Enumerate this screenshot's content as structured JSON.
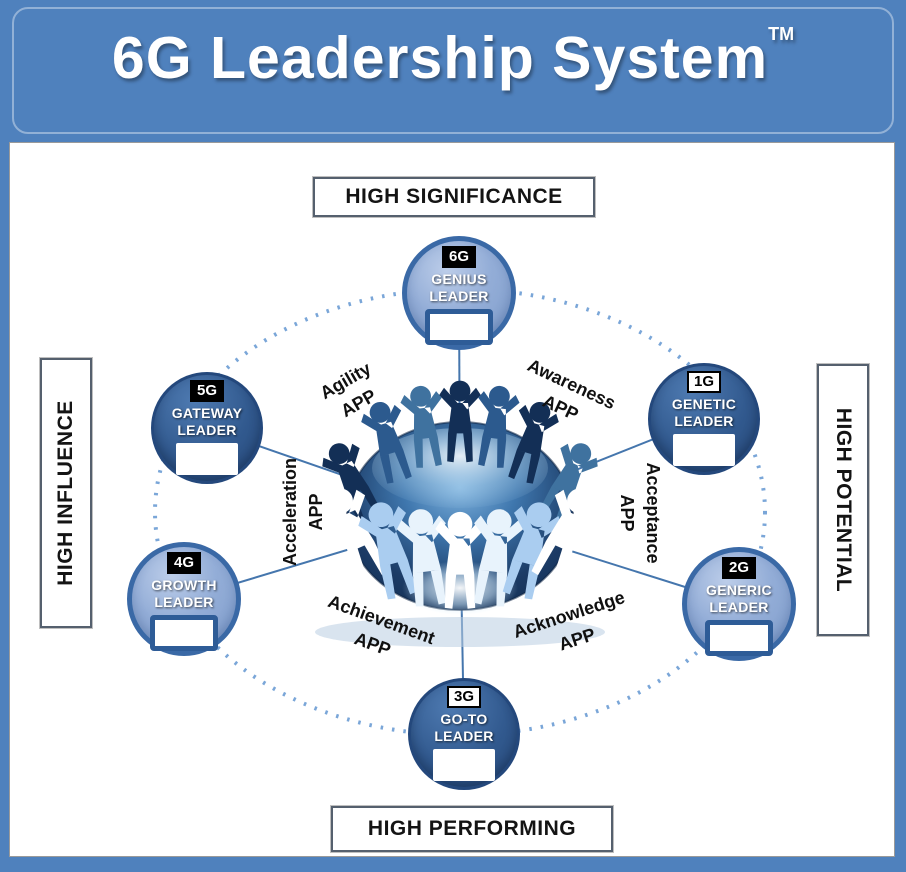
{
  "header": {
    "title": "6G Leadership System",
    "trademark": "TM"
  },
  "edge_labels": {
    "top": "HIGH SIGNIFICANCE",
    "bottom": "HIGH PERFORMING",
    "left": "HIGH INFLUENCE",
    "right": "HIGH POTENTIAL"
  },
  "nodes": [
    {
      "badge": "6G",
      "line1": "GENIUS",
      "line2": "LEADER"
    },
    {
      "badge": "1G",
      "line1": "GENETIC",
      "line2": "LEADER"
    },
    {
      "badge": "2G",
      "line1": "GENERIC",
      "line2": "LEADER"
    },
    {
      "badge": "3G",
      "line1": "GO-TO",
      "line2": "LEADER"
    },
    {
      "badge": "4G",
      "line1": "GROWTH",
      "line2": "LEADER"
    },
    {
      "badge": "5G",
      "line1": "GATEWAY",
      "line2": "LEADER"
    }
  ],
  "apps": [
    {
      "line1": "Agility",
      "line2": "APP"
    },
    {
      "line1": "Awareness",
      "line2": "APP"
    },
    {
      "line1": "Acceptance",
      "line2": "APP"
    },
    {
      "line1": "Acknowledge",
      "line2": "APP"
    },
    {
      "line1": "Achievement",
      "line2": "APP"
    },
    {
      "line1": "Acceleration",
      "line2": "APP"
    }
  ],
  "colors": {
    "banner_blue": "#4f81bd",
    "dark_node": "#31598e",
    "light_node": "#93add7",
    "connector": "#4576ad",
    "dotted_ring": "#7aa6d8"
  }
}
